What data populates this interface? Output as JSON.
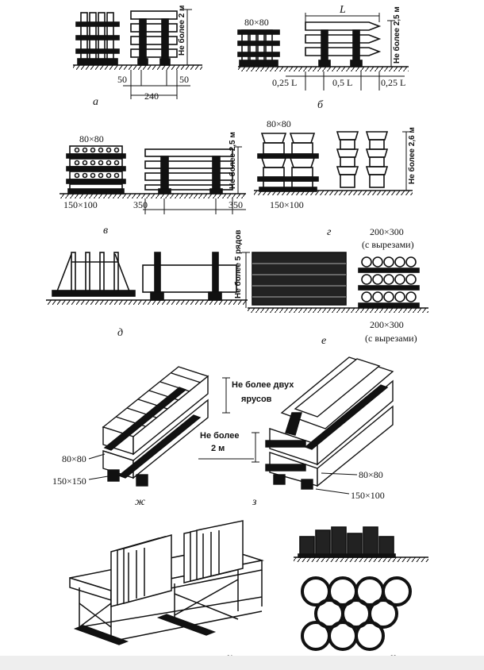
{
  "captions": {
    "a": "а",
    "b": "б",
    "v": "в",
    "g": "г",
    "d": "д",
    "e": "е",
    "zh": "ж",
    "z": "з",
    "i": "и",
    "k": "к"
  },
  "labels": {
    "a_height": "Не более 2 м",
    "a_w1": "50",
    "a_w2": "50",
    "a_w3": "240",
    "b_sec": "80×80",
    "b_L": "L",
    "b_height": "Не более 2,5 м",
    "b_025a": "0,25 L",
    "b_05": "0,5 L",
    "b_025b": "0,25 L",
    "v_sec": "80×80",
    "v_base": "150×100",
    "v_height": "Не более 2,5 м",
    "v_350a": "350",
    "v_350b": "350",
    "g_sec": "80×80",
    "g_base": "150×100",
    "g_height": "Не более 2,6 м",
    "e_top1": "200×300",
    "e_top2": "(с вырезами)",
    "e_bot1": "200×300",
    "e_bot2": "(с вырезами)",
    "e_height": "Не более 5 рядов",
    "zh_tiers1": "Не более двух",
    "zh_tiers2": "ярусов",
    "zh_height1": "Не более",
    "zh_height2": "2 м",
    "zh_sec": "80×80",
    "zh_base": "150×150",
    "z_sec": "80×80",
    "z_base": "150×100"
  }
}
